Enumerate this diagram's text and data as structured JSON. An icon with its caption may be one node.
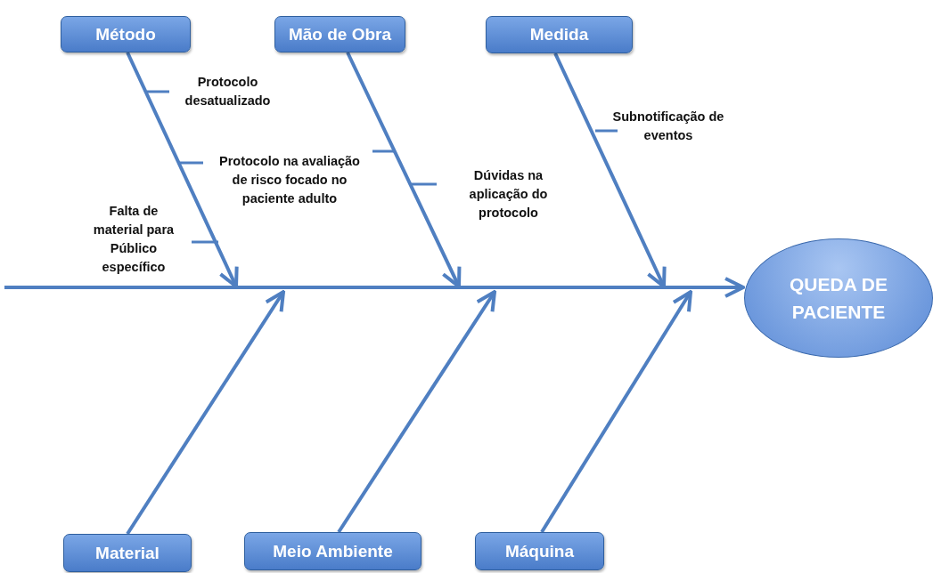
{
  "diagram": {
    "nodes": [
      {
        "text": [
          "Método"
        ]
      },
      {
        "text": [
          "Mão de Obra"
        ]
      },
      {
        "text": [
          "Medida"
        ]
      },
      {
        "text": [
          "Material"
        ]
      },
      {
        "text": [
          "Meio Ambiente"
        ]
      },
      {
        "text": [
          "Máquina"
        ]
      },
      {
        "text": [
          "QUEDA DE PACIENTE"
        ]
      }
    ],
    "edges": [
      {
        "from": null,
        "to": 6,
        "arrow": "to"
      },
      {
        "from": 0,
        "to": null,
        "arrow": "to"
      },
      {
        "from": 1,
        "to": null,
        "arrow": "to"
      },
      {
        "from": 2,
        "to": null,
        "arrow": "to"
      },
      {
        "from": 3,
        "to": null,
        "arrow": "to"
      },
      {
        "from": 4,
        "to": null,
        "arrow": "to"
      },
      {
        "from": 5,
        "to": null,
        "arrow": "to"
      }
    ],
    "labels": [
      "Protocolo desatualizado",
      "Subnotificação de eventos",
      "Protocolo na avaliação de risco focado no paciente adulto",
      "Dúvidas na aplicação do protocolo",
      "Falta de material para Público específico"
    ]
  }
}
